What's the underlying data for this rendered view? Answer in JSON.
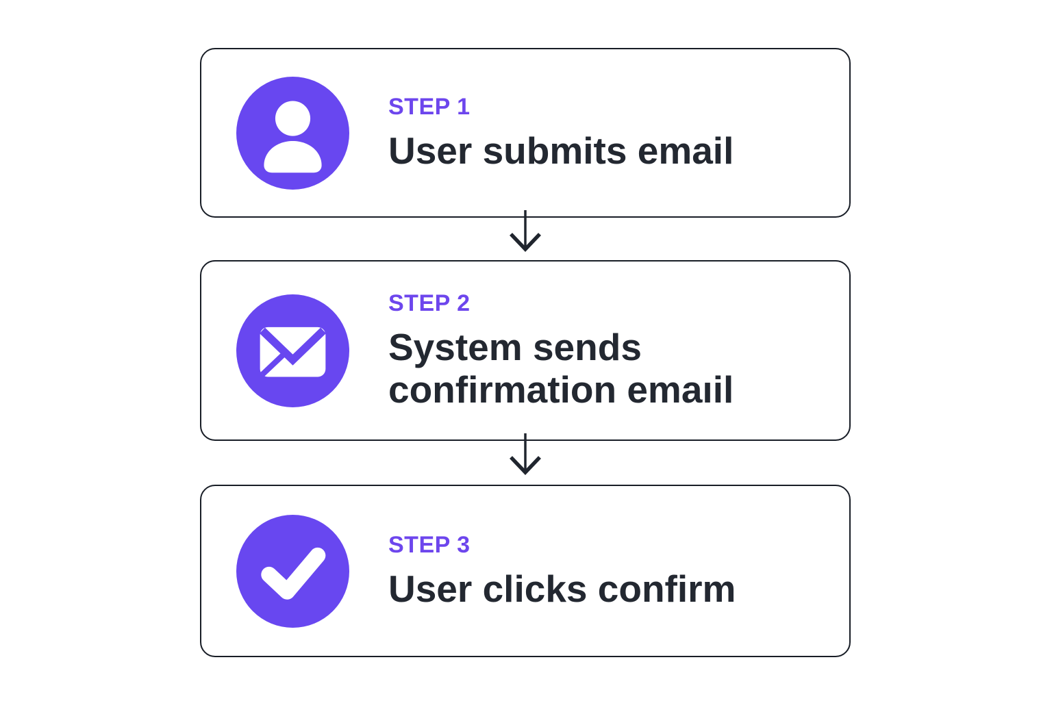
{
  "theme": {
    "background": "#ffffff",
    "accent": "#6847F0",
    "step_label_color": "#6D46ED",
    "title_color": "#232831",
    "outline_color": "#181D26",
    "arrow_color": "#20252E",
    "icon_glyph_color": "#ffffff"
  },
  "diagram": {
    "type": "flow",
    "direction": "vertical"
  },
  "steps": [
    {
      "label": "STEP 1",
      "title": "User submits email",
      "icon": "user-icon"
    },
    {
      "label": "STEP 2",
      "title": "System sends confirmation emaıil",
      "icon": "email-icon"
    },
    {
      "label": "STEP 3",
      "title": "User clicks confirm",
      "icon": "check-icon"
    }
  ],
  "connectors": [
    {
      "icon": "arrow-down-icon"
    },
    {
      "icon": "arrow-down-icon"
    }
  ]
}
